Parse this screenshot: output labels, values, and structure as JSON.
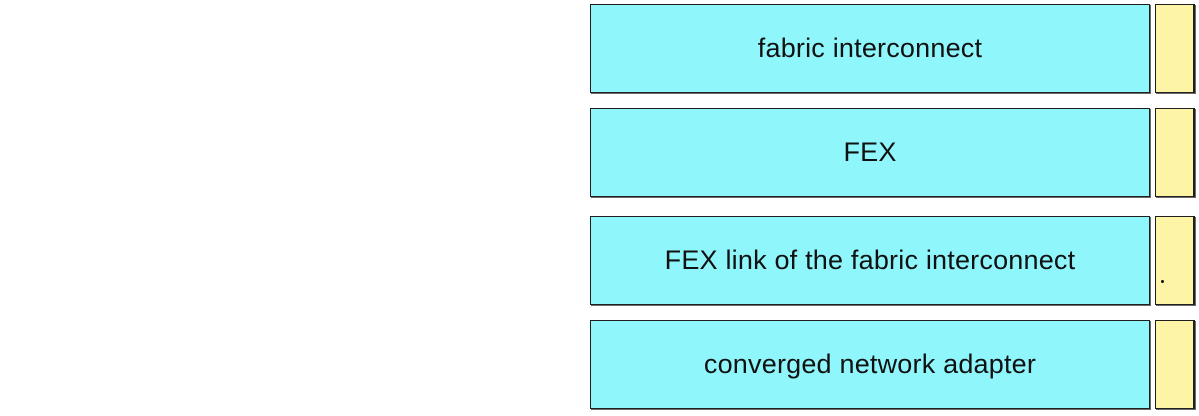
{
  "items": [
    {
      "label": "fabric interconnect"
    },
    {
      "label": "FEX"
    },
    {
      "label": "FEX link of the fabric interconnect"
    },
    {
      "label": "converged network adapter"
    }
  ]
}
